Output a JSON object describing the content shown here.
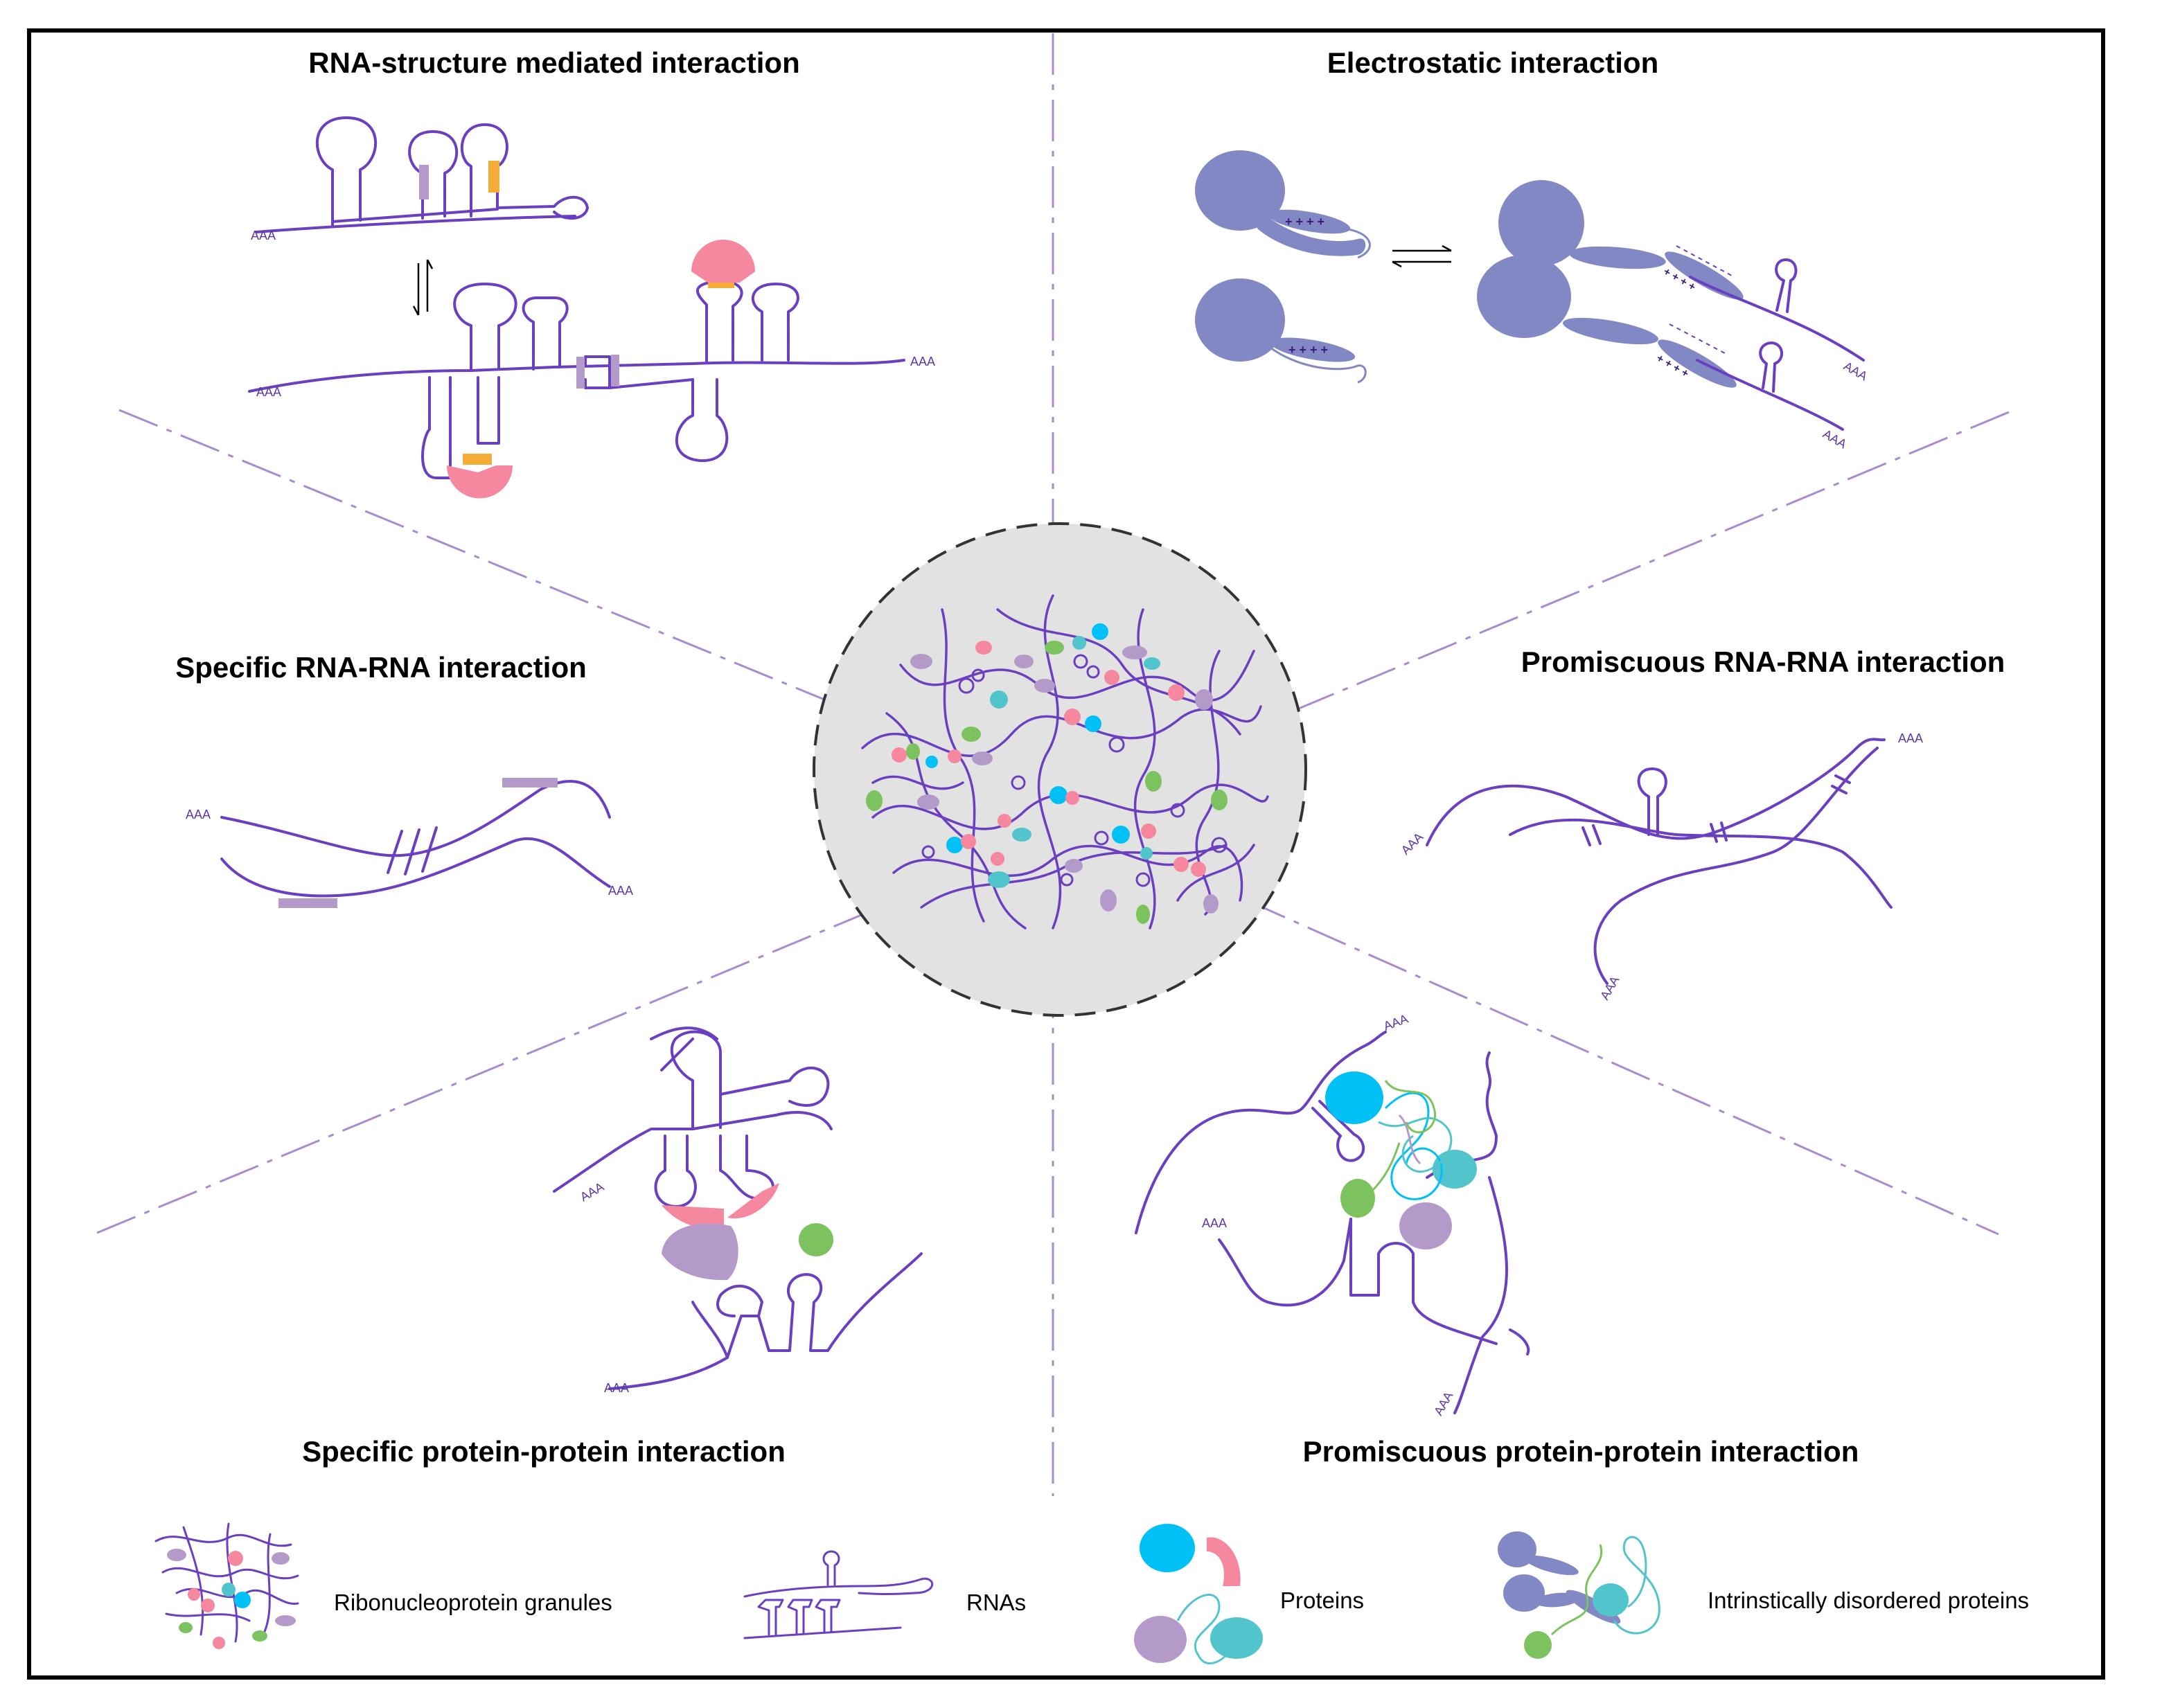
{
  "panels": {
    "rna_structure": "RNA-structure mediated interaction",
    "electrostatic": "Electrostatic interaction",
    "specific_rna_rna": "Specific RNA-RNA interaction",
    "promiscuous_rna_rna": "Promiscuous RNA-RNA interaction",
    "specific_protein_protein": "Specific protein-protein interaction",
    "promiscuous_protein_protein": "Promiscuous protein-protein interaction"
  },
  "rna_tail": "AAA",
  "legend": [
    {
      "id": "granules",
      "label": "Ribonucleoprotein granules"
    },
    {
      "id": "rnas",
      "label": "RNAs"
    },
    {
      "id": "proteins",
      "label": "Proteins"
    },
    {
      "id": "idps",
      "label": "Intrinstically disordered proteins"
    }
  ],
  "colors": {
    "rna": "#6a3fc0",
    "protein_blue": "#00c0f5",
    "protein_pink": "#f5879f",
    "protein_lilac": "#b49ac8",
    "protein_teal": "#52c4cc",
    "protein_green": "#7cc25e",
    "idp_body": "#8188c4",
    "binding_site": "#f5ad38",
    "granule_bg": "#e2e2e2"
  }
}
